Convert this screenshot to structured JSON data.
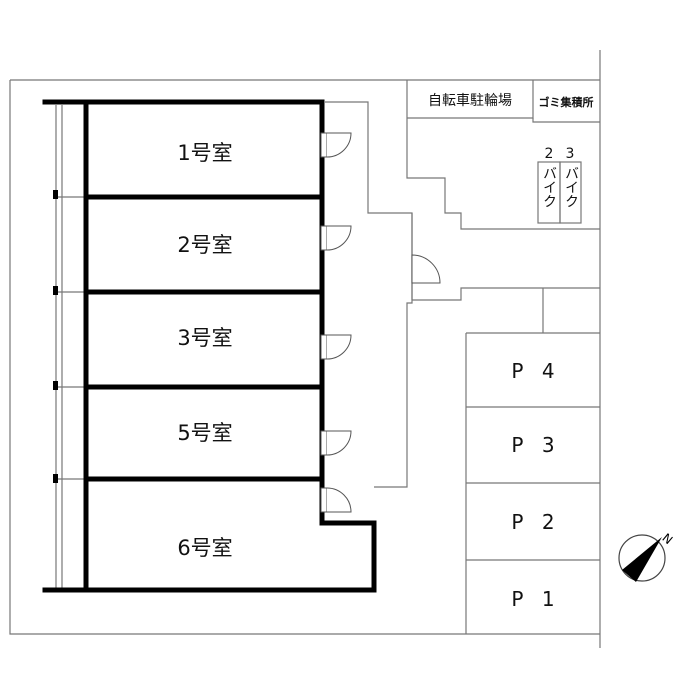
{
  "rooms": [
    {
      "label": "1号室"
    },
    {
      "label": "2号室"
    },
    {
      "label": "3号室"
    },
    {
      "label": "5号室"
    },
    {
      "label": "6号室"
    }
  ],
  "facilities": {
    "bicycle_parking": "自転車駐輪場",
    "garbage": "ゴミ集積所",
    "bikes": [
      {
        "number": "2",
        "label": "バイク"
      },
      {
        "number": "3",
        "label": "バイク"
      }
    ]
  },
  "parking": [
    {
      "label": "P 4"
    },
    {
      "label": "P 3"
    },
    {
      "label": "P 2"
    },
    {
      "label": "P 1"
    }
  ],
  "compass": {
    "label": "N"
  }
}
